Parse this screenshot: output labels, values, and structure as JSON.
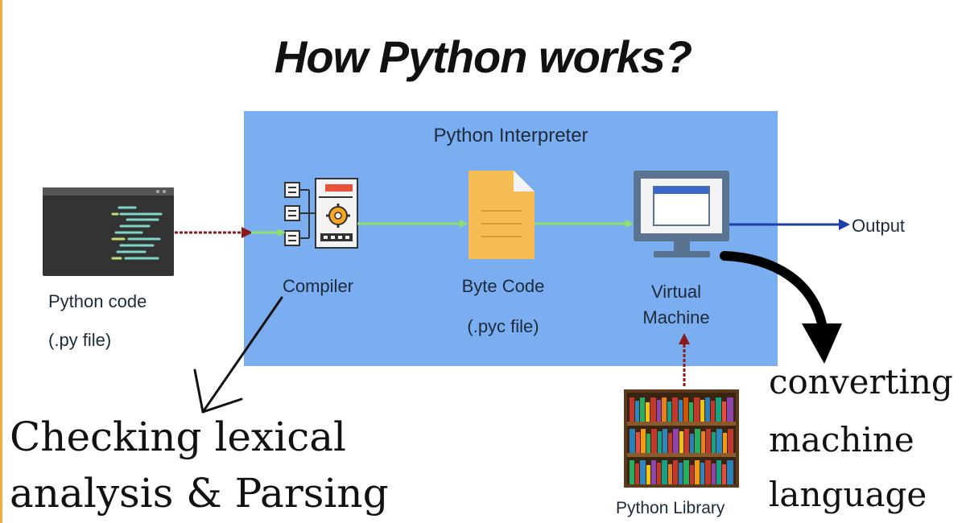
{
  "title": "How Python works?",
  "interpreter": {
    "label": "Python Interpreter"
  },
  "source": {
    "line1": "Python code",
    "line2": "(.py file)"
  },
  "compiler": {
    "label": "Compiler"
  },
  "bytecode": {
    "line1": "Byte Code",
    "line2": "(.pyc file)"
  },
  "vm": {
    "line1": "Virtual",
    "line2": "Machine"
  },
  "output": {
    "label": "Output"
  },
  "library": {
    "label": "Python Library"
  },
  "annotations": {
    "parsing_line1": "Checking lexical",
    "parsing_line2": "analysis & Parsing",
    "converting_line1": "converting",
    "converting_line2": "machine",
    "converting_line3": "language"
  },
  "colors": {
    "interpreter_bg": "#7aaef0",
    "green_arrow": "#8ee06a",
    "red_arrow": "#8b1a1a",
    "blue_arrow": "#1f3fa8",
    "frame": "#f0a83a",
    "bytecode_file": "#f7bd55",
    "monitor": "#5a7390"
  },
  "icons": {
    "code_window": "code-window-icon",
    "compiler": "compiler-icon",
    "file": "file-icon",
    "monitor": "monitor-icon",
    "bookshelf": "bookshelf-icon"
  }
}
